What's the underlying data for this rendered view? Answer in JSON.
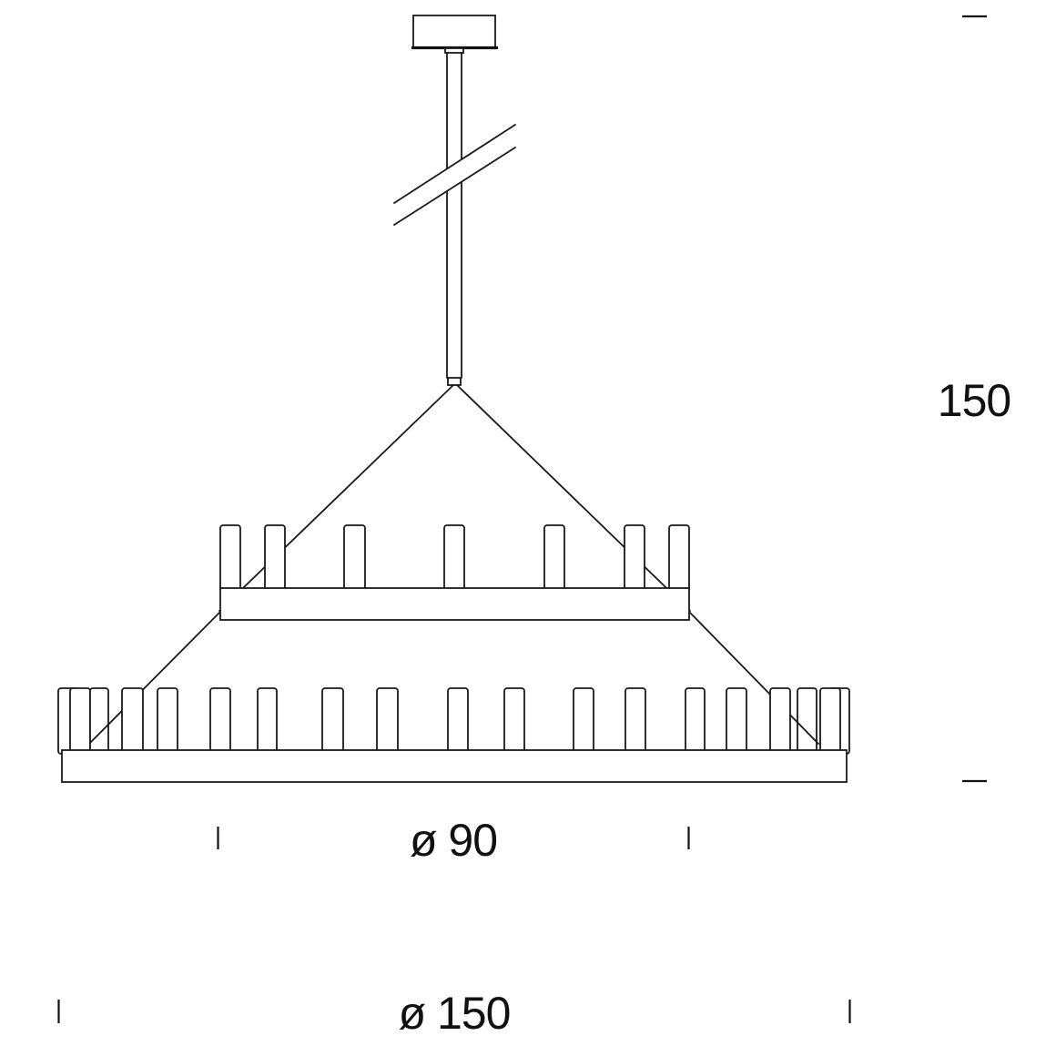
{
  "drawing": {
    "kind": "pendant light dimension drawing",
    "stroke_color": "#1a1a1a",
    "background_color": "#ffffff",
    "dimensions": {
      "height": {
        "label": "150"
      },
      "upper_ring_diameter": {
        "label": "ø 90"
      },
      "lower_ring_diameter": {
        "label": "ø 150"
      }
    }
  }
}
